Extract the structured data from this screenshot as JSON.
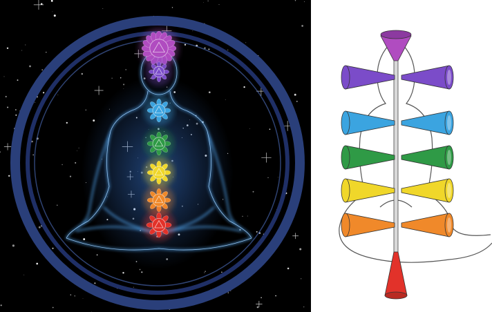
{
  "image": {
    "left_panel": {
      "name": "meditating-figure-chakras",
      "background_color": "#000000",
      "ring_color": "#2a3f7a",
      "body_glow_color": "#4aa3ff"
    },
    "right_panel": {
      "name": "chakra-trumpet-diagram",
      "background_color": "#ffffff",
      "line_color": "#555555"
    },
    "chakras": [
      {
        "name": "crown",
        "color": "#b04cc0"
      },
      {
        "name": "third-eye",
        "color": "#7b4cc9"
      },
      {
        "name": "throat",
        "color": "#3ba4e0"
      },
      {
        "name": "heart",
        "color": "#2f9a46"
      },
      {
        "name": "solar-plexus",
        "color": "#f0d72a"
      },
      {
        "name": "sacral",
        "color": "#f0892a"
      },
      {
        "name": "root",
        "color": "#e2322a"
      }
    ]
  }
}
